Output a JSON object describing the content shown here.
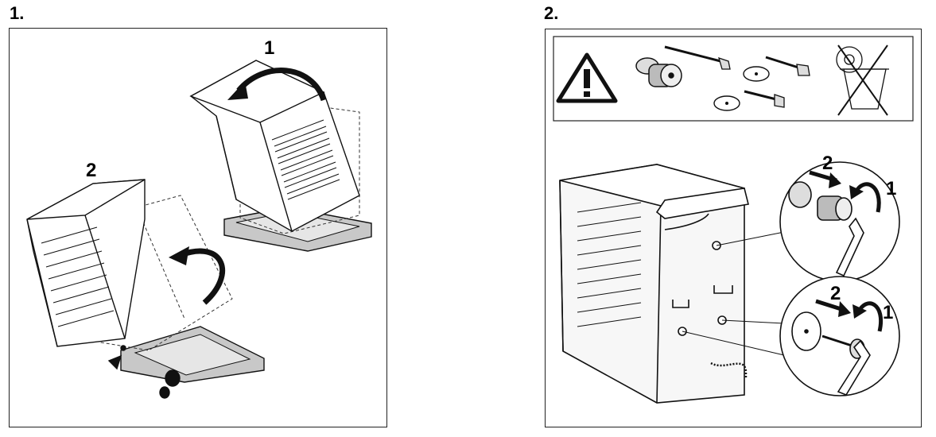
{
  "steps": [
    {
      "label": "1.",
      "callouts": [
        "1",
        "2"
      ]
    },
    {
      "label": "2.",
      "callouts_top": [
        "2",
        "1"
      ],
      "callouts_bottom": [
        "2",
        "1"
      ]
    }
  ],
  "icons": [
    "warning-triangle-icon",
    "transit-bolt-icon",
    "screw-icon",
    "washer-icon",
    "crossed-out-bin-icon",
    "wrench-icon"
  ]
}
